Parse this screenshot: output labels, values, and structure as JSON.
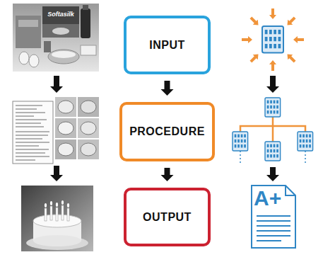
{
  "diagram": {
    "nodes": [
      {
        "text": [
          "INPUT"
        ]
      },
      {
        "text": [
          "PROCEDURE"
        ]
      },
      {
        "text": [
          "OUTPUT"
        ]
      }
    ],
    "edges": [
      {
        "from": 0,
        "to": 1,
        "arrow": "to"
      },
      {
        "from": 1,
        "to": 2,
        "arrow": "to"
      }
    ],
    "labels": [
      "A+",
      "Softasilk"
    ]
  }
}
